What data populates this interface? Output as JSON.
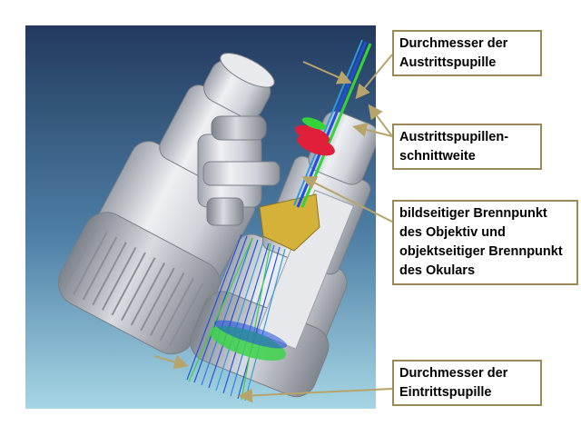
{
  "labels": {
    "exit_pupil_diameter": [
      "Durchmesser der",
      "Austrittspupille"
    ],
    "exit_pupil_distance": [
      "Austrittspupillen-",
      "schnittweite"
    ],
    "focal_point": [
      "bildseitiger Brennpunkt",
      "des Objektiv und",
      "objektseitiger Brennpunkt",
      "des Okulars"
    ],
    "entrance_pupil_diameter": [
      "Durchmesser der",
      "Eintrittspupille"
    ]
  },
  "colors": {
    "background_top": "#233a5e",
    "background_bottom": "#8fc7dc",
    "body": "#d4d6dc",
    "ray_blue": "#1d4fe0",
    "ray_green": "#35d23a",
    "lens_red": "#e0203a",
    "prism_gold": "#d4b23a",
    "box_border": "#9b8a58",
    "arrow": "#b7a46b"
  }
}
